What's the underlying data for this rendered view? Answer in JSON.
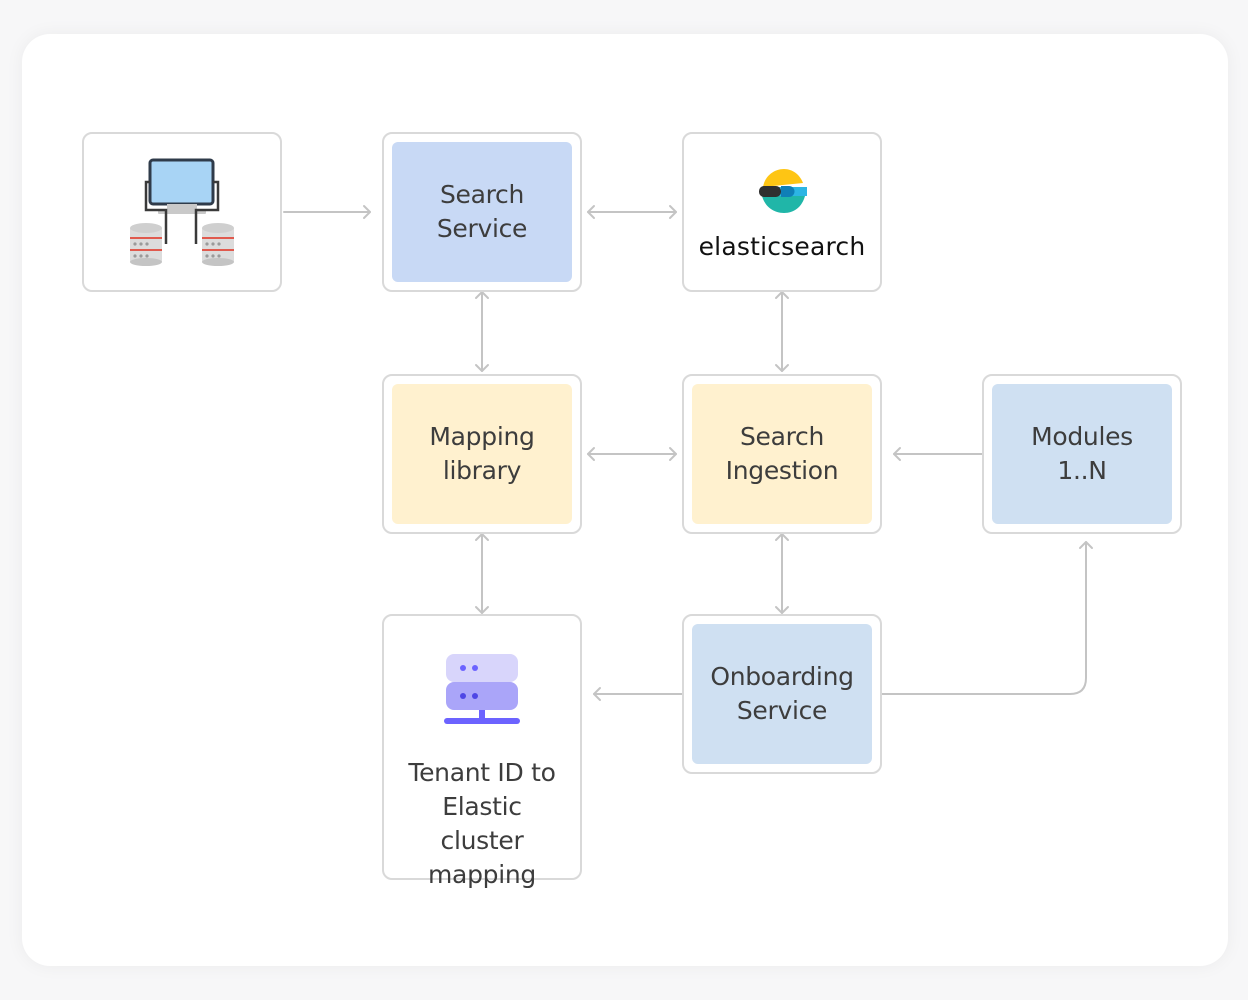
{
  "nodes": {
    "client": {
      "icon": "computer-with-databases-icon"
    },
    "search_service": {
      "label": "Search\nService"
    },
    "elasticsearch": {
      "icon": "elasticsearch-logo-icon",
      "wordmark": "elasticsearch"
    },
    "mapping_library": {
      "label": "Mapping\nlibrary"
    },
    "search_ingestion": {
      "label": "Search\nIngestion"
    },
    "modules": {
      "label": "Modules\n1..N"
    },
    "tenant_mapping": {
      "icon": "server-icon",
      "label": "Tenant ID to\nElastic\ncluster mapping"
    },
    "onboarding_service": {
      "label": "Onboarding\nService"
    }
  },
  "edges": [
    {
      "from": "client",
      "to": "search_service",
      "direction": "forward"
    },
    {
      "from": "search_service",
      "to": "elasticsearch",
      "direction": "both"
    },
    {
      "from": "search_service",
      "to": "mapping_library",
      "direction": "both"
    },
    {
      "from": "elasticsearch",
      "to": "search_ingestion",
      "direction": "both"
    },
    {
      "from": "mapping_library",
      "to": "search_ingestion",
      "direction": "both"
    },
    {
      "from": "modules",
      "to": "search_ingestion",
      "direction": "forward"
    },
    {
      "from": "mapping_library",
      "to": "tenant_mapping",
      "direction": "both"
    },
    {
      "from": "search_ingestion",
      "to": "onboarding_service",
      "direction": "both"
    },
    {
      "from": "onboarding_service",
      "to": "tenant_mapping",
      "direction": "forward"
    },
    {
      "from": "onboarding_service",
      "to": "modules",
      "direction": "forward"
    }
  ],
  "colors": {
    "edge": "#c4c4c4",
    "node_border": "#d9d9d9",
    "search_service_fill": "#c8d9f5",
    "yellow_fill": "#fff1cf",
    "lightblue_fill": "#cfe0f2",
    "server_accent": "#6c63ff"
  }
}
